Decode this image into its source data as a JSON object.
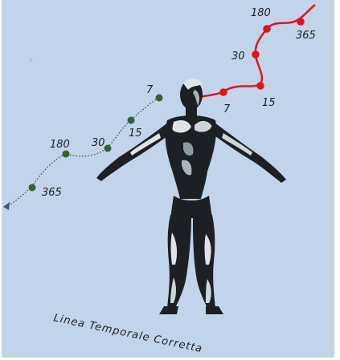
{
  "colors": {
    "background": "#c2d4ea",
    "red_timeline": "#e0141c",
    "green_timeline": "#3f5e3f",
    "green_dot": "#33603a",
    "figure_dark": "#1c2024",
    "figure_light": "#dfe4e8"
  },
  "red_timeline": {
    "labels": {
      "d7": "7",
      "d15": "15",
      "d30": "30",
      "d180": "180",
      "d365": "365"
    }
  },
  "green_timeline": {
    "labels": {
      "d7": "7",
      "d15": "15",
      "d30": "30",
      "d180": "180",
      "d365": "365"
    }
  },
  "caption": "Linea Temporale Corretta",
  "figure": {
    "icon": "human-figure-icon"
  }
}
